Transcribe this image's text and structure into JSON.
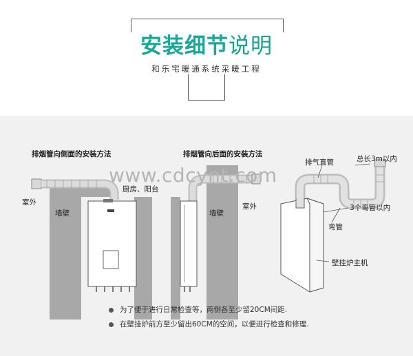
{
  "header": {
    "title_strong": "安装细节",
    "title_light": "说明",
    "subtitle": "和乐宅暖通系统采暖工程"
  },
  "watermark": "www.cdcynt.com",
  "diagram_left": {
    "caption": "排烟管向侧面的安装方法",
    "outdoor": "室外",
    "wall": "墙壁",
    "kitchen": "厨房、阳台"
  },
  "diagram_middle": {
    "caption": "排烟管向后面的安装方法",
    "wall": "墙壁",
    "outdoor": "室外"
  },
  "diagram_right": {
    "exhaust_pipe": "排气直管",
    "total_length": "总长3m以内",
    "elbow_count": "3个弯管以内",
    "elbow": "弯管",
    "boiler": "壁挂炉主机"
  },
  "notes": [
    "为了便于进行日常检查等，两侧各至少留20CM间距.",
    "在壁挂炉前方至少留出60CM的空间，以便进行检查和修理."
  ],
  "colors": {
    "accent": "#19a79a",
    "panel_bg": "#f1f1f1",
    "wall": "#a9a9a9"
  }
}
